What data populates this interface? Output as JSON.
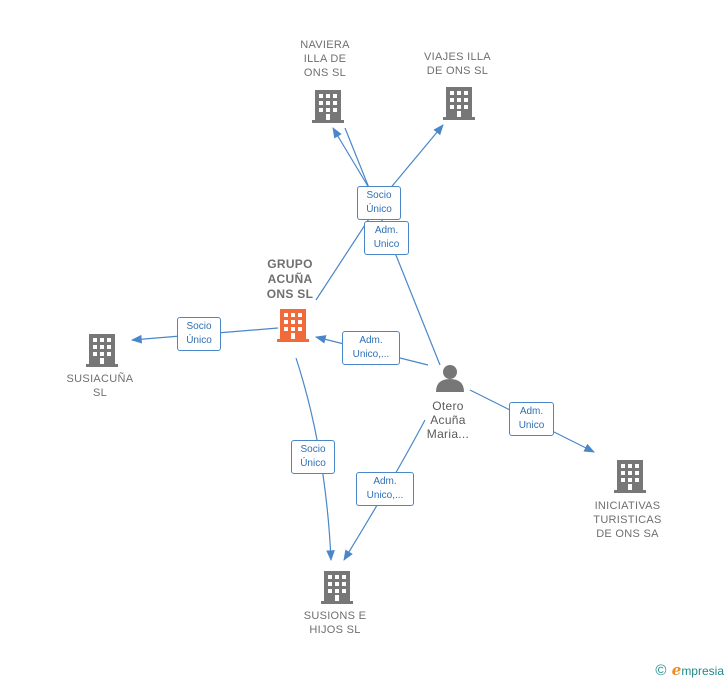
{
  "nodes": {
    "naviera": {
      "label": [
        "NAVIERA",
        "ILLA DE",
        "ONS SL"
      ]
    },
    "viajes": {
      "label": [
        "VIAJES ILLA",
        "DE ONS  SL"
      ]
    },
    "grupo": {
      "label": [
        "GRUPO",
        "ACUÑA",
        "ONS  SL"
      ]
    },
    "susiacuna": {
      "label": [
        "SUSIACUÑA",
        "SL"
      ]
    },
    "otero": {
      "label": [
        "Otero",
        "Acuña",
        "Maria..."
      ]
    },
    "iniciativas": {
      "label": [
        "INICIATIVAS",
        "TURISTICAS",
        "DE ONS SA"
      ]
    },
    "susions": {
      "label": [
        "SUSIONS E",
        "HIJOS  SL"
      ]
    }
  },
  "edges": {
    "grupo_naviera_viajes": [
      "Socio",
      "Único"
    ],
    "otero_naviera": [
      "Adm.",
      "Unico"
    ],
    "grupo_susiacuna": [
      "Socio",
      "Único"
    ],
    "otero_grupo": [
      "Adm.",
      "Unico,..."
    ],
    "otero_iniciativas": [
      "Adm.",
      "Unico"
    ],
    "grupo_susions": [
      "Socio",
      "Único"
    ],
    "otero_susions": [
      "Adm.",
      "Unico,..."
    ]
  },
  "footer": {
    "copyright": "©",
    "brand_initial": "e",
    "brand_rest": "mpresia"
  },
  "colors": {
    "edge": "#4a87c8",
    "building": "#777777",
    "main_building": "#f26a3a",
    "person": "#777777"
  }
}
